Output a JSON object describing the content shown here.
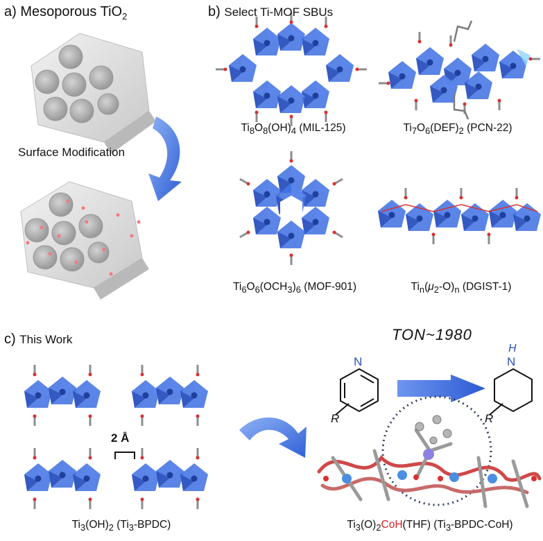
{
  "panels": {
    "a": {
      "label": "a)",
      "title_main": "Mesoporous TiO",
      "title_sub": "2",
      "step_label": "Surface Modification"
    },
    "b": {
      "label": "b)",
      "title": "Select Ti-MOF SBUs",
      "sbus": [
        {
          "parts": [
            "Ti",
            "8",
            "O",
            "8",
            "(OH)",
            "4",
            " (MIL-125)"
          ]
        },
        {
          "parts": [
            "Ti",
            "7",
            "O",
            "6",
            "(DEF)",
            "2",
            " (PCN-22)"
          ]
        },
        {
          "parts": [
            "Ti",
            "6",
            "O",
            "6",
            "(OCH",
            "3",
            ")",
            "6",
            " (MOF-901)"
          ]
        },
        {
          "parts": [
            "Ti",
            "n",
            "(",
            "μ",
            "2",
            "-O)",
            "n",
            " (DGIST-1)"
          ]
        }
      ]
    },
    "c": {
      "label": "c)",
      "title": "This Work",
      "spacing_label": "2 Å",
      "ton_label": "TON~1980",
      "pyridine_n": "N",
      "piperidine_h": "H",
      "piperidine_n": "N",
      "r_group": "R",
      "caption_left": {
        "parts": [
          "Ti",
          "3",
          "(OH)",
          "2",
          " (Ti",
          "3",
          "-BPDC)"
        ]
      },
      "caption_right": {
        "pre": "Ti",
        "sub1": "3",
        "mid": "(O)",
        "sub2": "2",
        "highlight": "CoH",
        "post": "(THF) (Ti",
        "sub3": "3",
        "tail": "-BPDC-CoH)"
      }
    }
  },
  "colors": {
    "polyhedron": "#3d6fe0",
    "polyhedron_dark": "#2a4fb8",
    "oxygen": "#d93030",
    "carbon": "#8c8c8c",
    "arrow": "#3c6fe6",
    "highlight_red": "#d61f1f",
    "ti_atom": "#4a8fe0",
    "co_atom": "#8d82e0"
  }
}
